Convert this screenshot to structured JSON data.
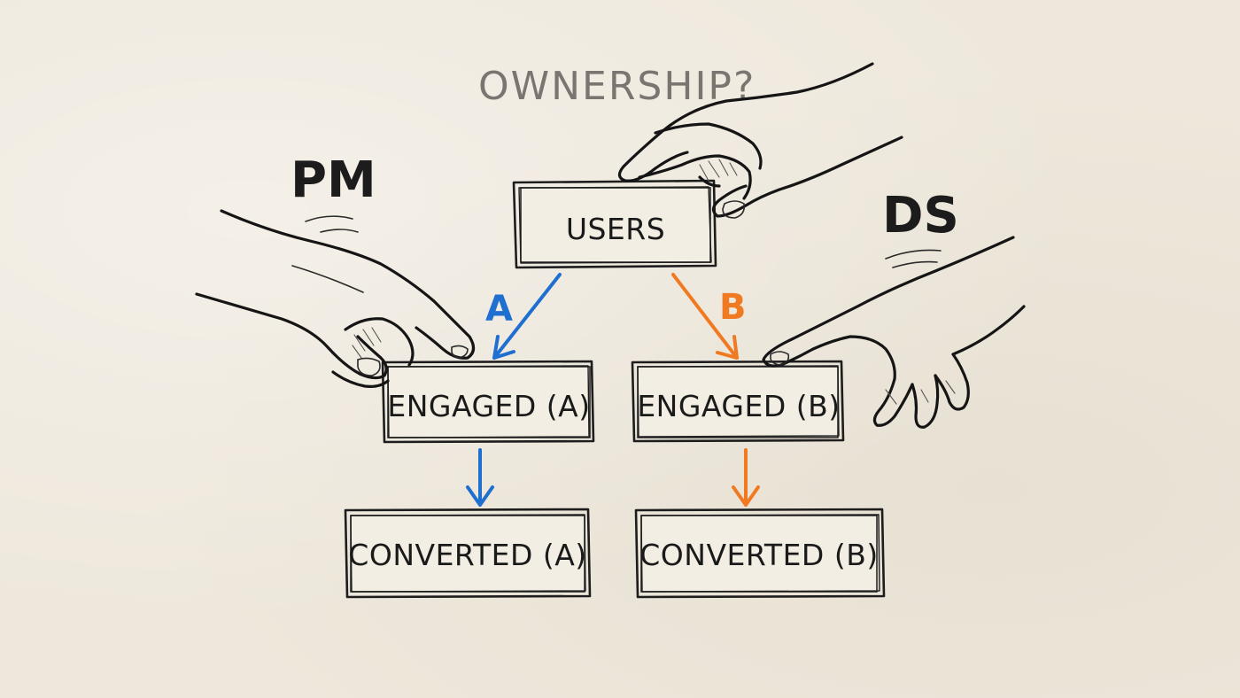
{
  "question_label": "OWNERSHIP?",
  "left_role": "PM",
  "right_role": "DS",
  "nodes": {
    "users": "USERS",
    "engaged_a": "ENGAGED (A)",
    "engaged_b": "ENGAGED (B)",
    "converted_a": "CONVERTED (A)",
    "converted_b": "CONVERTED (B)"
  },
  "edges": {
    "label_a": "A",
    "label_b": "B"
  },
  "colors": {
    "path_a": "#1f6fd1",
    "path_b": "#f07a22",
    "ink": "#1c1c1c",
    "paper": "#eee8dc"
  }
}
